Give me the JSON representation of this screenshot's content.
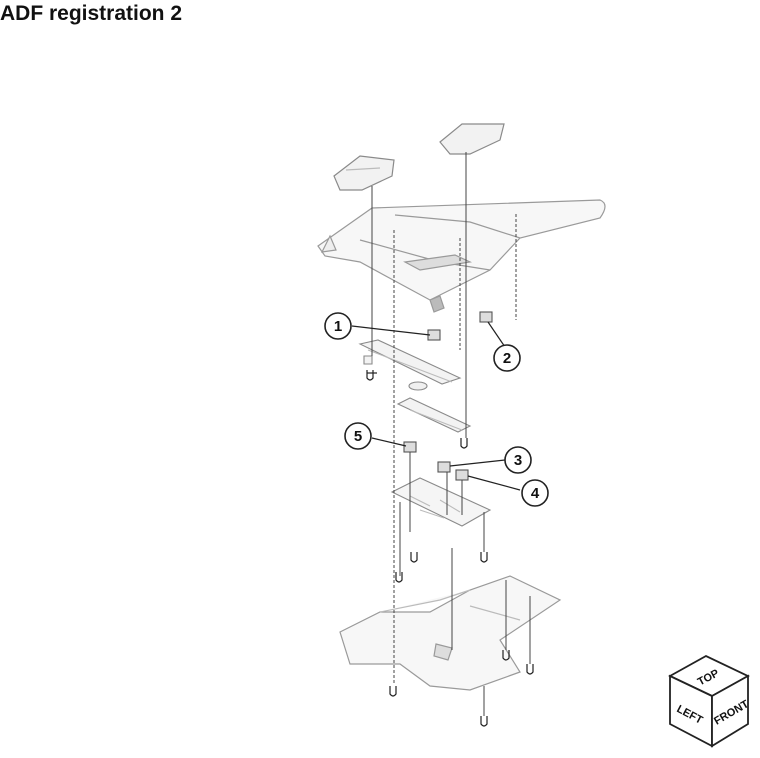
{
  "title": "ADF registration 2",
  "callouts": [
    "1",
    "2",
    "3",
    "4",
    "5"
  ],
  "orientation_cube": {
    "top": "TOP",
    "left": "LEFT",
    "front": "FRONT"
  },
  "colors": {
    "line": "#222222",
    "part_outline": "#8a8a8a",
    "part_fill": "#f4f4f4"
  }
}
